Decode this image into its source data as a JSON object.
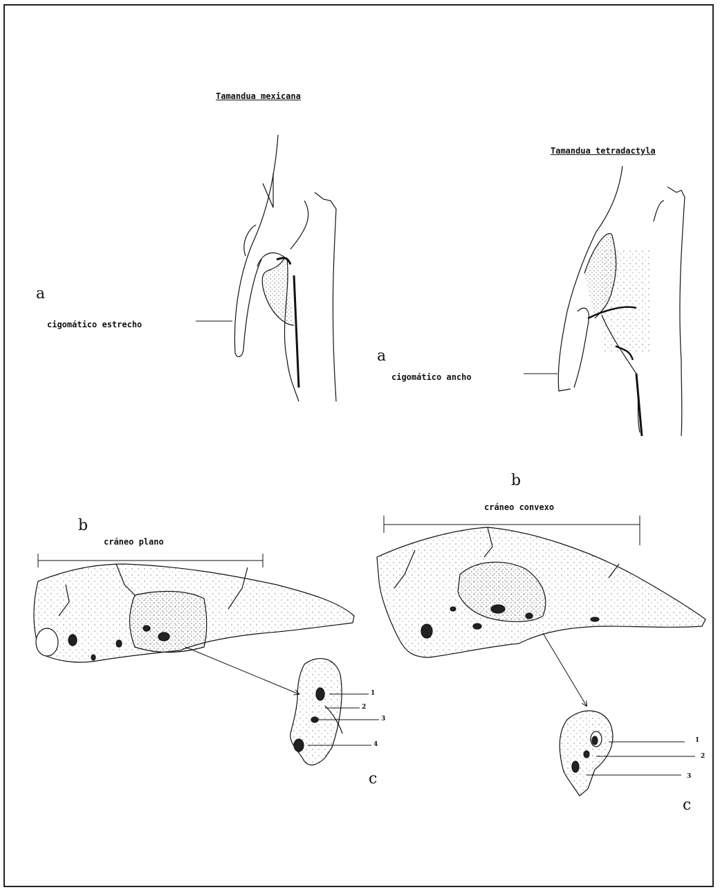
{
  "left_panel": {
    "species": "Tamandua mexicana",
    "zygomatic": {
      "letter": "a",
      "label": "cigomático estrecho"
    },
    "skull": {
      "letter": "b",
      "label": "cráneo plano"
    },
    "detail": {
      "letter": "c",
      "numbers": [
        "1",
        "2",
        "3",
        "4"
      ]
    }
  },
  "right_panel": {
    "species": "Tamandua tetradactyla",
    "zygomatic": {
      "letter": "a",
      "label": "cigomático ancho"
    },
    "skull": {
      "letter": "b",
      "label": "cráneo convexo"
    },
    "detail": {
      "letter": "c",
      "numbers": [
        "1",
        "2",
        "3"
      ]
    }
  }
}
